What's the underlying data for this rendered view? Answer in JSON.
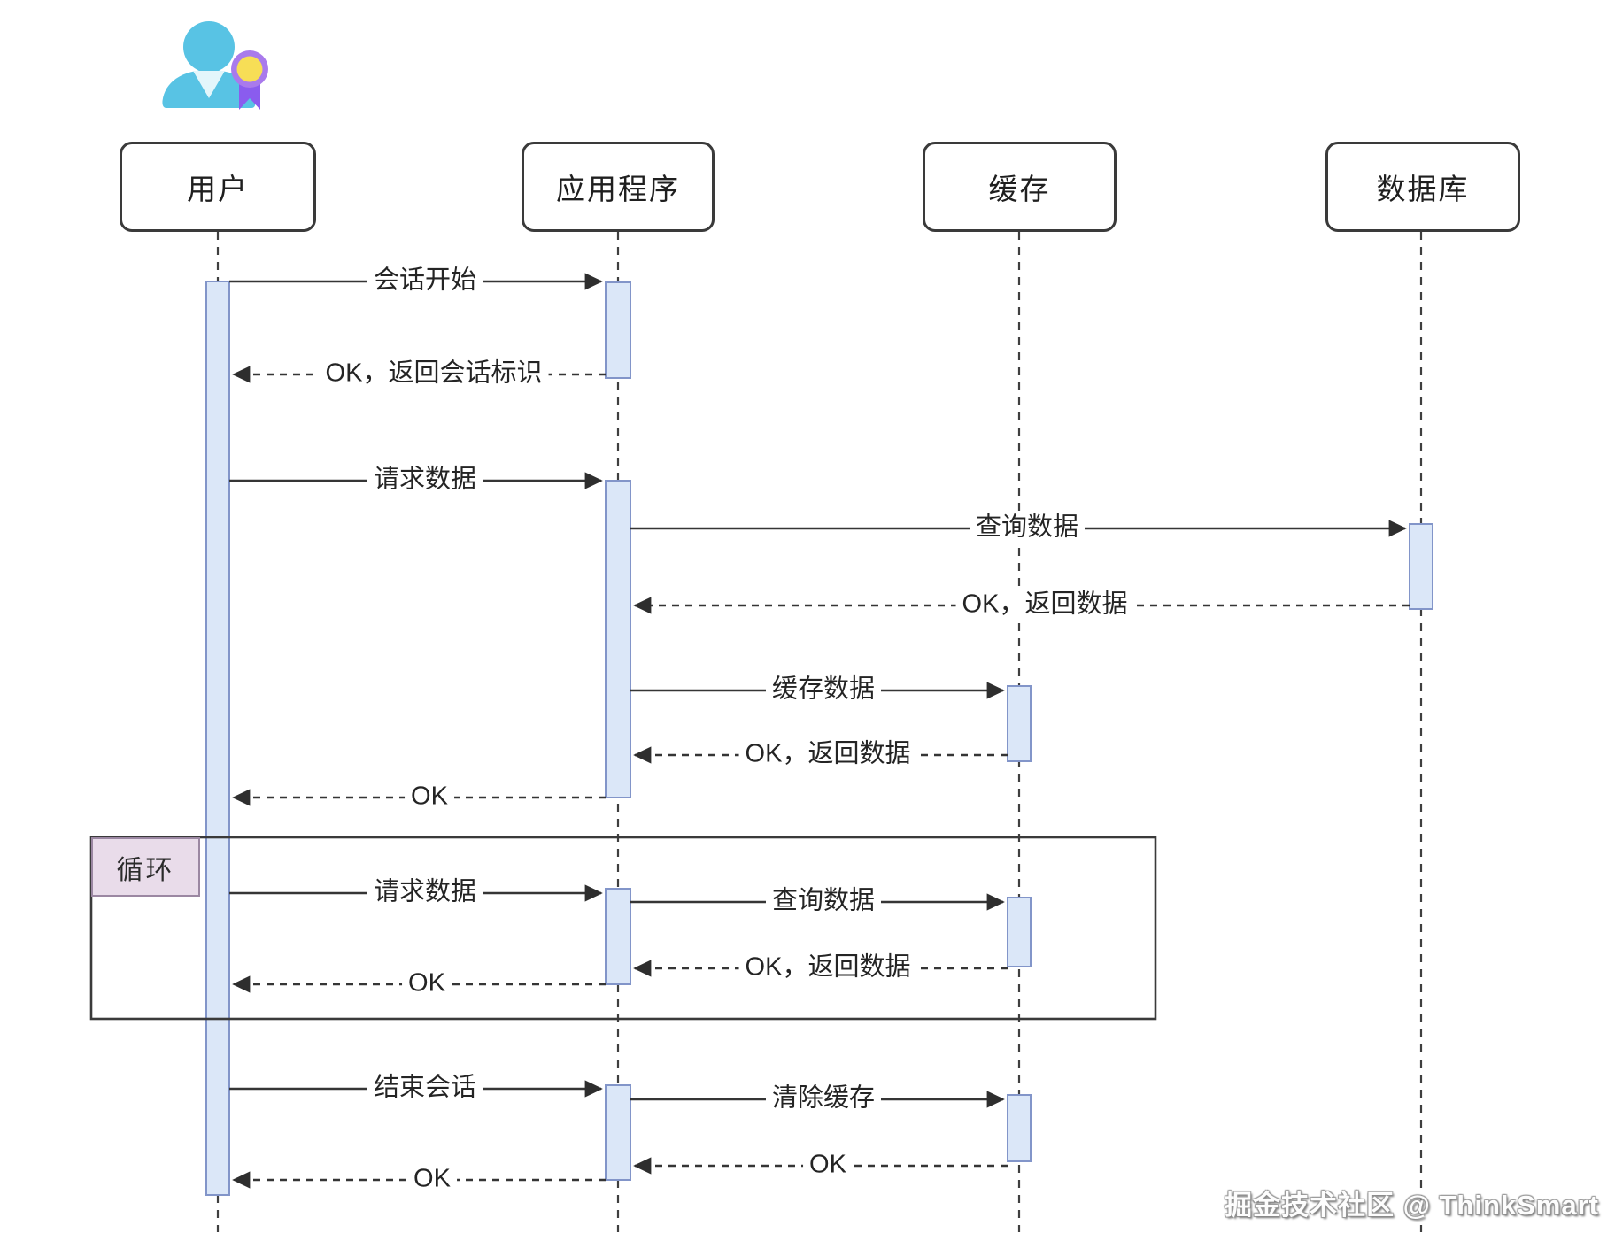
{
  "participants": [
    {
      "id": "user",
      "label": "用户"
    },
    {
      "id": "app",
      "label": "应用程序"
    },
    {
      "id": "cache",
      "label": "缓存"
    },
    {
      "id": "db",
      "label": "数据库"
    }
  ],
  "messages": [
    {
      "label": "会话开始",
      "from": "user",
      "to": "app",
      "style": "solid"
    },
    {
      "label": "OK，返回会话标识",
      "from": "app",
      "to": "user",
      "style": "dashed"
    },
    {
      "label": "请求数据",
      "from": "user",
      "to": "app",
      "style": "solid"
    },
    {
      "label": "查询数据",
      "from": "app",
      "to": "db",
      "style": "solid"
    },
    {
      "label": "OK，返回数据",
      "from": "db",
      "to": "app",
      "style": "dashed"
    },
    {
      "label": "缓存数据",
      "from": "app",
      "to": "cache",
      "style": "solid"
    },
    {
      "label": "OK，返回数据",
      "from": "cache",
      "to": "app",
      "style": "dashed"
    },
    {
      "label": "OK",
      "from": "app",
      "to": "user",
      "style": "dashed"
    },
    {
      "label": "请求数据",
      "from": "user",
      "to": "app",
      "style": "solid",
      "fragment": "loop"
    },
    {
      "label": "查询数据",
      "from": "app",
      "to": "cache",
      "style": "solid",
      "fragment": "loop"
    },
    {
      "label": "OK，返回数据",
      "from": "cache",
      "to": "app",
      "style": "dashed",
      "fragment": "loop"
    },
    {
      "label": "OK",
      "from": "app",
      "to": "user",
      "style": "dashed",
      "fragment": "loop"
    },
    {
      "label": "结束会话",
      "from": "user",
      "to": "app",
      "style": "solid"
    },
    {
      "label": "清除缓存",
      "from": "app",
      "to": "cache",
      "style": "solid"
    },
    {
      "label": "OK",
      "from": "cache",
      "to": "app",
      "style": "dashed"
    },
    {
      "label": "OK",
      "from": "app",
      "to": "user",
      "style": "dashed"
    }
  ],
  "loop": {
    "label": "循环"
  },
  "watermark": "掘金技术社区 @ ThinkSmart",
  "icon": {
    "name": "user-with-badge-icon"
  },
  "colors": {
    "activation_fill": "#dbe7f8",
    "activation_border": "#8295c9",
    "line": "#3a3a3a",
    "loop_label_bg": "#e9dcea",
    "loop_label_border": "#9b87a2",
    "icon_cyan": "#58c3e4",
    "icon_collar": "#e3f6fb",
    "badge_ring_purple": "#a97aec",
    "badge_yellow": "#f7de56",
    "ribbon_purple": "#8a5cee"
  }
}
